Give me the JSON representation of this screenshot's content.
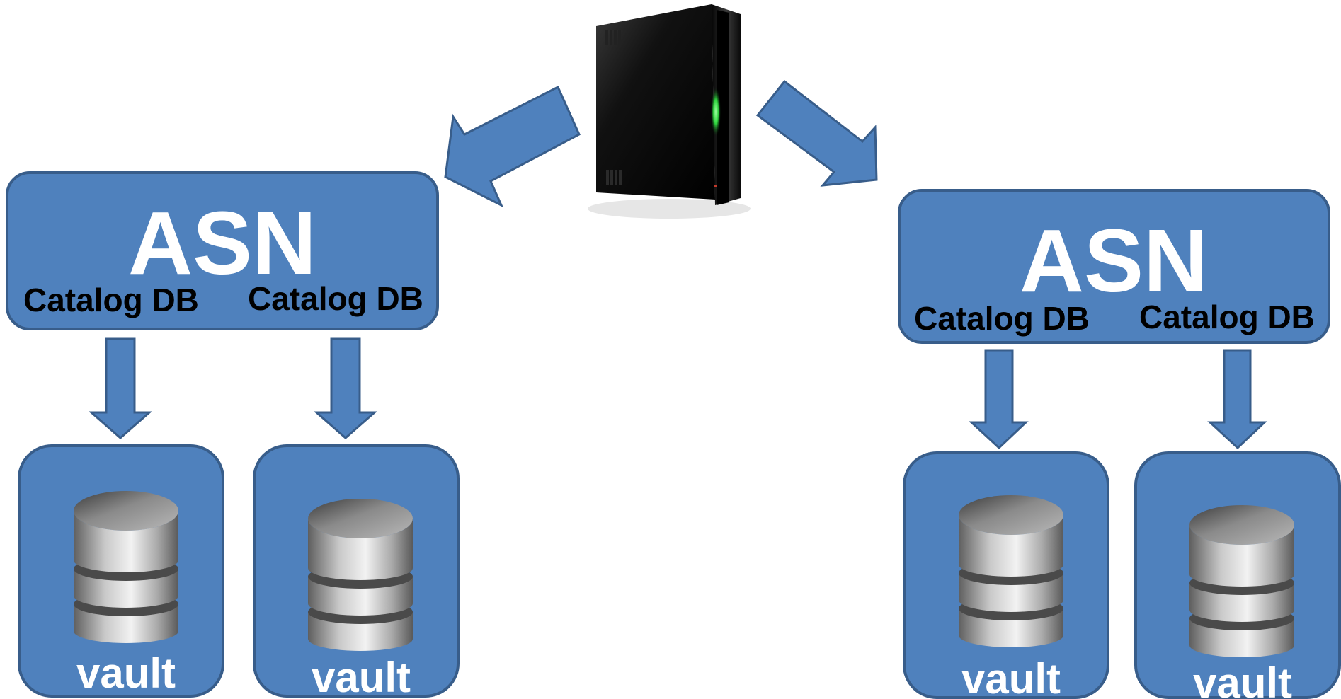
{
  "colors": {
    "box_fill": "#4f81bd",
    "box_stroke": "#385d8a",
    "arrow_fill": "#4f81bd",
    "db_body": "#a6a6a6",
    "server_body": "#1a1a1a",
    "server_led": "#35e04a"
  },
  "icons": {
    "server": "server-icon",
    "database": "database-icon"
  },
  "left_group": {
    "title": "ASN",
    "catalog_1": "Catalog DB",
    "catalog_2": "Catalog DB",
    "vault_1": "vault",
    "vault_2": "vault"
  },
  "right_group": {
    "title": "ASN",
    "catalog_1": "Catalog DB",
    "catalog_2": "Catalog DB",
    "vault_1": "vault",
    "vault_2": "vault"
  }
}
